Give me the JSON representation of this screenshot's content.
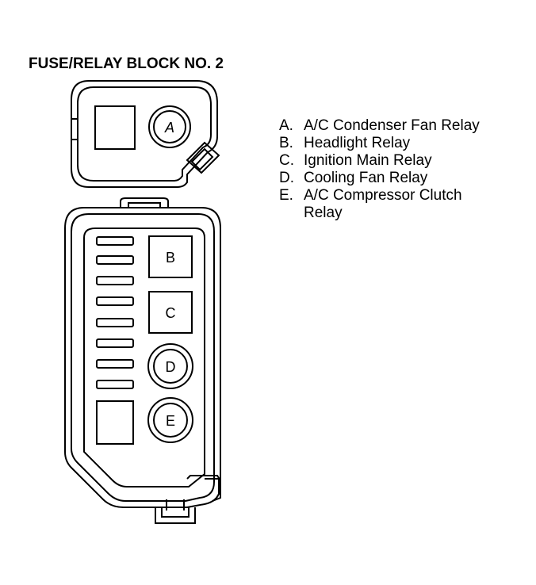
{
  "title": "FUSE/RELAY BLOCK NO. 2",
  "relay_labels": {
    "A": "A",
    "B": "B",
    "C": "C",
    "D": "D",
    "E": "E"
  },
  "legend": [
    {
      "key": "A.",
      "text": "A/C Condenser Fan Relay"
    },
    {
      "key": "B.",
      "text": "Headlight Relay"
    },
    {
      "key": "C.",
      "text": "Ignition Main Relay"
    },
    {
      "key": "D.",
      "text": "Cooling Fan Relay"
    },
    {
      "key": "E.",
      "text": "A/C Compressor Clutch"
    }
  ],
  "legend_continuation": "Relay"
}
